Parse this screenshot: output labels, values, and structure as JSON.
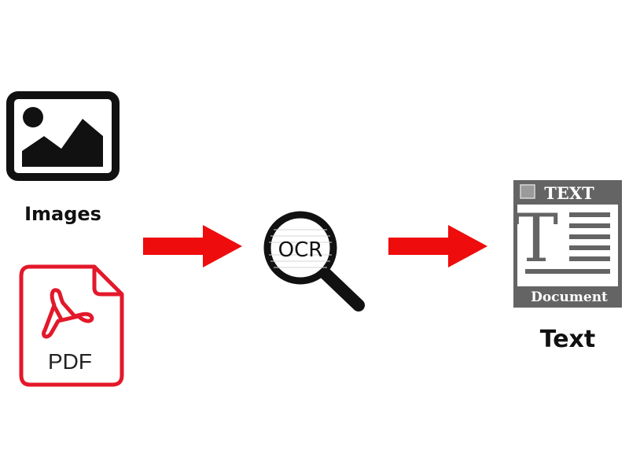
{
  "images": {
    "label": "Images",
    "icon": "image-icon"
  },
  "pdf": {
    "label": "PDF",
    "icon": "pdf-file-icon",
    "accent": "#e3182a"
  },
  "ocr": {
    "label": "OCR",
    "icon": "magnifier-icon"
  },
  "text_doc": {
    "icon": "text-document-icon",
    "header": "TEXT",
    "glyph": "T",
    "footer": "Document",
    "label": "Text",
    "color": "#646464"
  },
  "arrow_color": "#ee0c0c"
}
